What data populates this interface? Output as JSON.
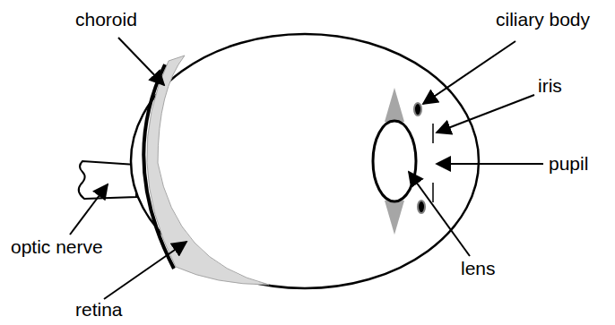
{
  "diagram": {
    "labels": [
      "choroid",
      "ciliary body",
      "iris",
      "pupil",
      "optic nerve",
      "lens",
      "retina"
    ]
  }
}
